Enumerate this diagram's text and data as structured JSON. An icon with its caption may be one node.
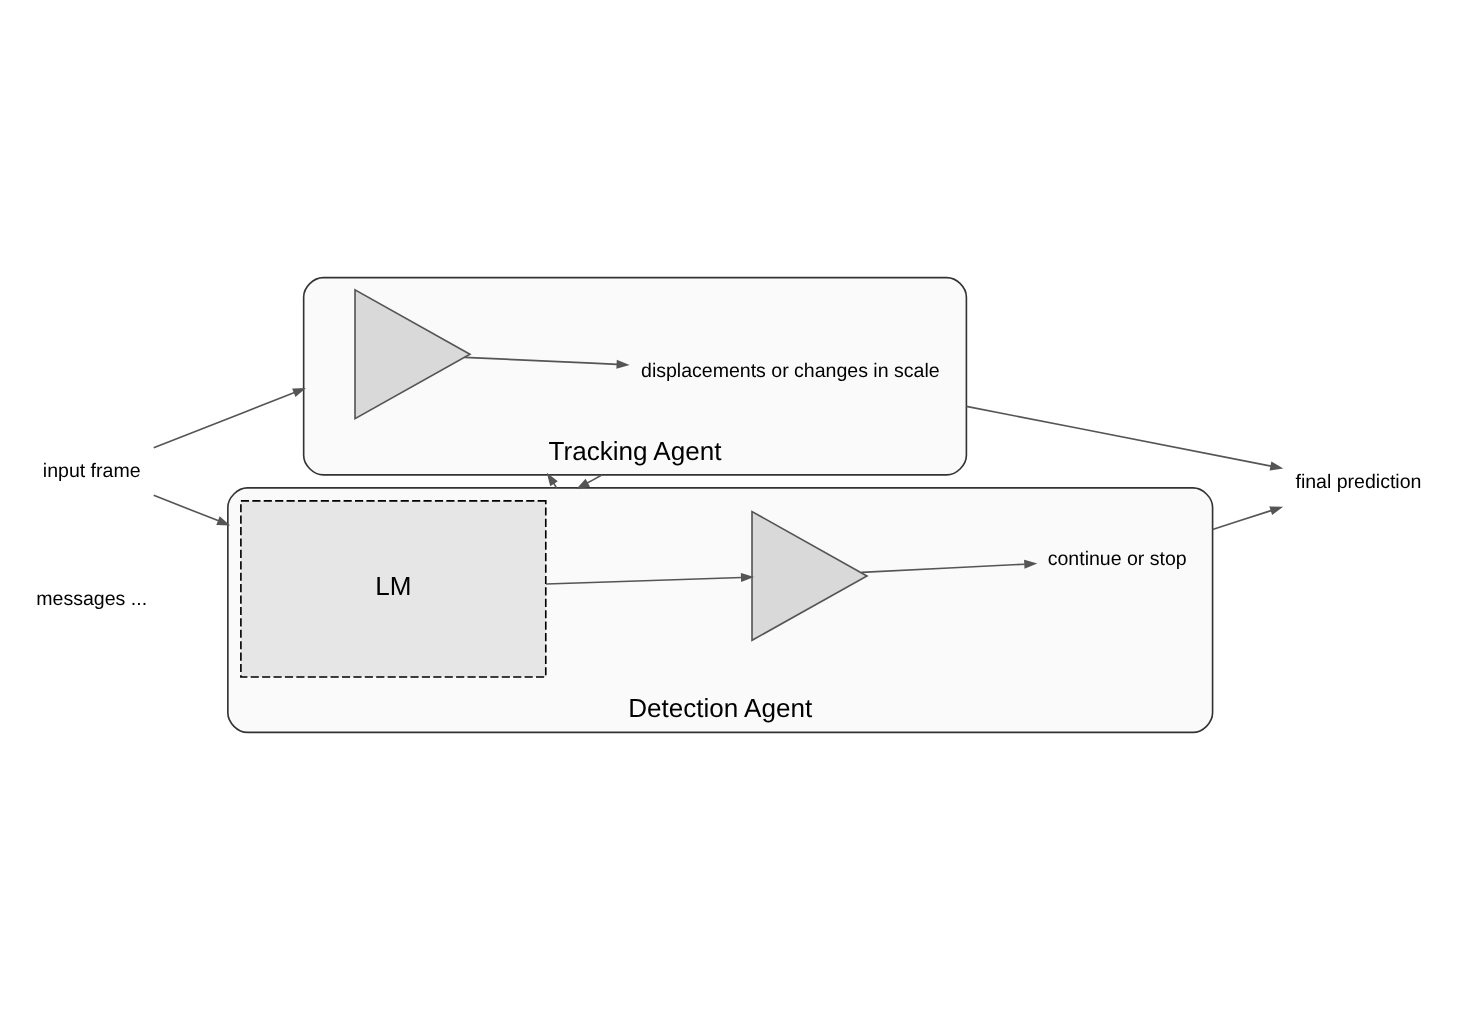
{
  "diagram": {
    "nodes": [
      {
        "text": [
          "Tracking Agent"
        ]
      },
      {
        "text": [],
        "shape": "triangle",
        "in": 0
      },
      {
        "text": [
          "displacements or changes in scale"
        ],
        "in": 0
      },
      {
        "text": [
          "Detection Agent"
        ]
      },
      {
        "text": [
          "LM"
        ],
        "in": 3
      },
      {
        "text": [],
        "shape": "triangle",
        "in": 3
      },
      {
        "text": [
          "continue or stop"
        ],
        "in": 3
      },
      {
        "text": [
          "input frame"
        ]
      },
      {
        "text": [
          "final prediction"
        ]
      }
    ],
    "edges": [
      {
        "from": 7,
        "to": 0,
        "arrow": "to"
      },
      {
        "from": 7,
        "to": 3,
        "arrow": "to"
      },
      {
        "from": 1,
        "to": 2,
        "arrow": "to"
      },
      {
        "from": 0,
        "to": 8,
        "arrow": "to"
      },
      {
        "from": 3,
        "to": 8,
        "arrow": "to"
      },
      {
        "from": 0,
        "to": 3,
        "arrow": "to"
      },
      {
        "from": 3,
        "to": 0,
        "arrow": "to"
      },
      {
        "from": 4,
        "to": 5,
        "arrow": "to"
      },
      {
        "from": 5,
        "to": 6,
        "arrow": "to"
      }
    ],
    "labels": [
      "messages ..."
    ]
  }
}
